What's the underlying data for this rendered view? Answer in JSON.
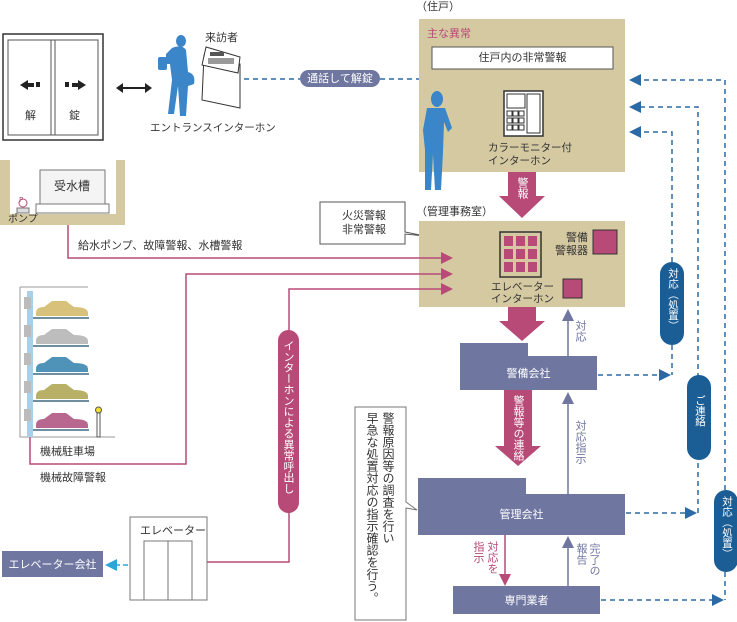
{
  "colors": {
    "tan": "#d5c9a2",
    "pink": "#b84a78",
    "purple": "#6f76a0",
    "blue_dashed": "#2c6aa6",
    "blue_pill": "#1b5e96",
    "person": "#3a86c8"
  },
  "entrance": {
    "unlock": "解",
    "lock": "錠",
    "visitor": "来訪者",
    "intercom": "エントランスインターホン",
    "talk_unlock": "通話して解錠"
  },
  "dwelling": {
    "title": "（住戸）",
    "main_anomaly": "主な異常",
    "alarm": "住戸内の非常警報",
    "monitor_line1": "カラーモニター付",
    "monitor_line2": "インターホン"
  },
  "arrow_alarm": "警報",
  "office": {
    "title": "（管理事務室）",
    "guard_line1": "警備",
    "guard_line2": "警報器",
    "elev_line1": "エレベーター",
    "elev_line2": "インターホン"
  },
  "callout_fire": {
    "line1": "火災警報",
    "line2": "非常警報"
  },
  "water": {
    "tank": "受水槽",
    "pump": "ポンプ",
    "pump_symbol": "P",
    "alarm_label": "給水ポンプ、故障警報、水槽警報"
  },
  "parking": {
    "label": "機械駐車場",
    "alarm": "機械故障警報"
  },
  "intercom_call": "インターホンによる異常呼出し",
  "elevator": {
    "label": "エレベーター",
    "company": "エレベーター会社"
  },
  "security_company": "警備会社",
  "response": "対応",
  "alarm_contact": "警報等の連絡",
  "response_instruction": "対応指示",
  "management_company": "管理会社",
  "callout_mgmt": {
    "line1": "警報原因等の調査を行い",
    "line2": "早急な処置対応の指示確認を行う。"
  },
  "instruct": {
    "line1": "対応を",
    "line2": "指示"
  },
  "report": {
    "line1": "完了の",
    "line2": "報告"
  },
  "specialist": "専門業者",
  "pills": {
    "response_treatment_1": "対応（処置）",
    "contact": "ご連絡",
    "response_treatment_2": "対応（処置）"
  }
}
